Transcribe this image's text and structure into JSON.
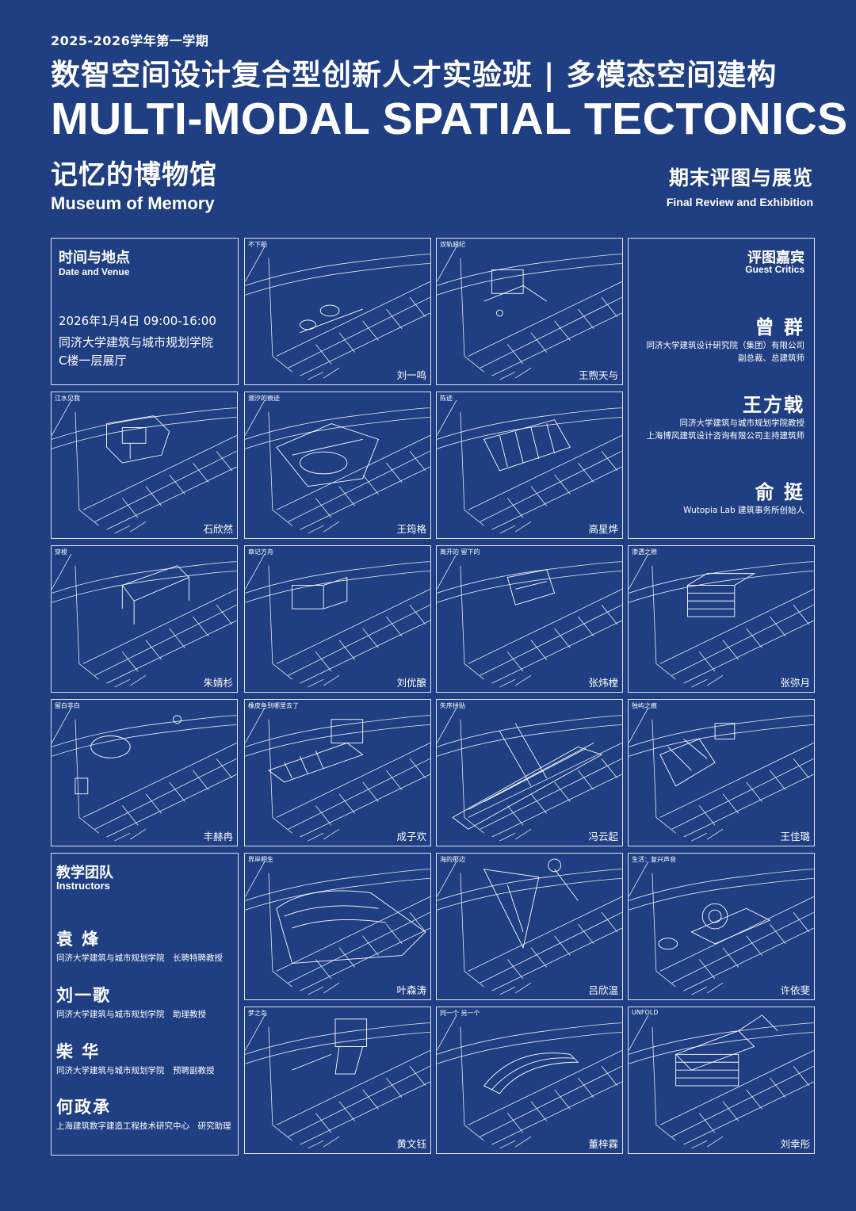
{
  "header": {
    "semester": "2025-2026学年第一学期",
    "title_cn": "数智空间设计复合型创新人才实验班 | 多模态空间建构",
    "title_en": "MULTI-MODAL SPATIAL TECTONICS"
  },
  "theme": {
    "cn": "记忆的博物馆",
    "en": "Museum of Memory"
  },
  "event": {
    "cn": "期末评图与展览",
    "en": "Final Review and Exhibition"
  },
  "date_venue": {
    "title_cn": "时间与地点",
    "title_en": "Date and Venue",
    "datetime": "2026年1月4日 09:00-16:00",
    "venue_line1": "同济大学建筑与城市规划学院",
    "venue_line2": "C楼一层展厅"
  },
  "critics": {
    "title_cn": "评图嘉宾",
    "title_en": "Guest Critics",
    "people": [
      {
        "name": "曾 群",
        "lines": [
          "同济大学建筑设计研究院（集团）有限公司",
          "副总裁、总建筑师"
        ]
      },
      {
        "name": "王方戟",
        "lines": [
          "同济大学建筑与城市规划学院教授",
          "上海博风建筑设计咨询有限公司主持建筑师"
        ]
      },
      {
        "name": "俞 挺",
        "lines": [
          "Wutopia Lab 建筑事务所创始人"
        ]
      }
    ]
  },
  "team": {
    "title_cn": "教学团队",
    "title_en": "Instructors",
    "people": [
      {
        "name": "袁 烽",
        "affil": "同济大学建筑与城市规划学院　长聘特聘教授"
      },
      {
        "name": "刘一歌",
        "affil": "同济大学建筑与城市规划学院　助理教授"
      },
      {
        "name": "柴 华",
        "affil": "同济大学建筑与城市规划学院　预聘副教授"
      },
      {
        "name": "何政承",
        "affil": "上海建筑数字建造工程技术研究中心　研究助理"
      }
    ]
  },
  "projects": [
    {
      "title": "不下船",
      "author": "刘一鸣"
    },
    {
      "title": "双轨越纪",
      "author": "王煦天与"
    },
    {
      "title": "江水见我",
      "author": "石欣然"
    },
    {
      "title": "潮汐的痕迹",
      "author": "王筠格"
    },
    {
      "title": "陈迹",
      "author": "高星烨"
    },
    {
      "title": "穿梭",
      "author": "朱婧杉"
    },
    {
      "title": "章记方舟",
      "author": "刘优酿"
    },
    {
      "title": "离开的 留下的",
      "author": "张炜樘"
    },
    {
      "title": "渗透之隙",
      "author": "张弥月"
    },
    {
      "title": "留白非白",
      "author": "丰赫冉"
    },
    {
      "title": "橡皮鱼到哪里去了",
      "author": "成子欢"
    },
    {
      "title": "失序拼贴",
      "author": "冯云起"
    },
    {
      "title": "独屿之痕",
      "author": "王佳璐"
    },
    {
      "title": "界岸相生",
      "author": "叶森涛"
    },
    {
      "title": "海的那边",
      "author": "吕欣温"
    },
    {
      "title": "生活：复兴声音",
      "author": "许依斐"
    },
    {
      "title": "梦之岛",
      "author": "黄文钰"
    },
    {
      "title": "同一个 另一个",
      "author": "董梓霖"
    },
    {
      "title": "UNFOLD",
      "author": "刘幸彤"
    }
  ]
}
